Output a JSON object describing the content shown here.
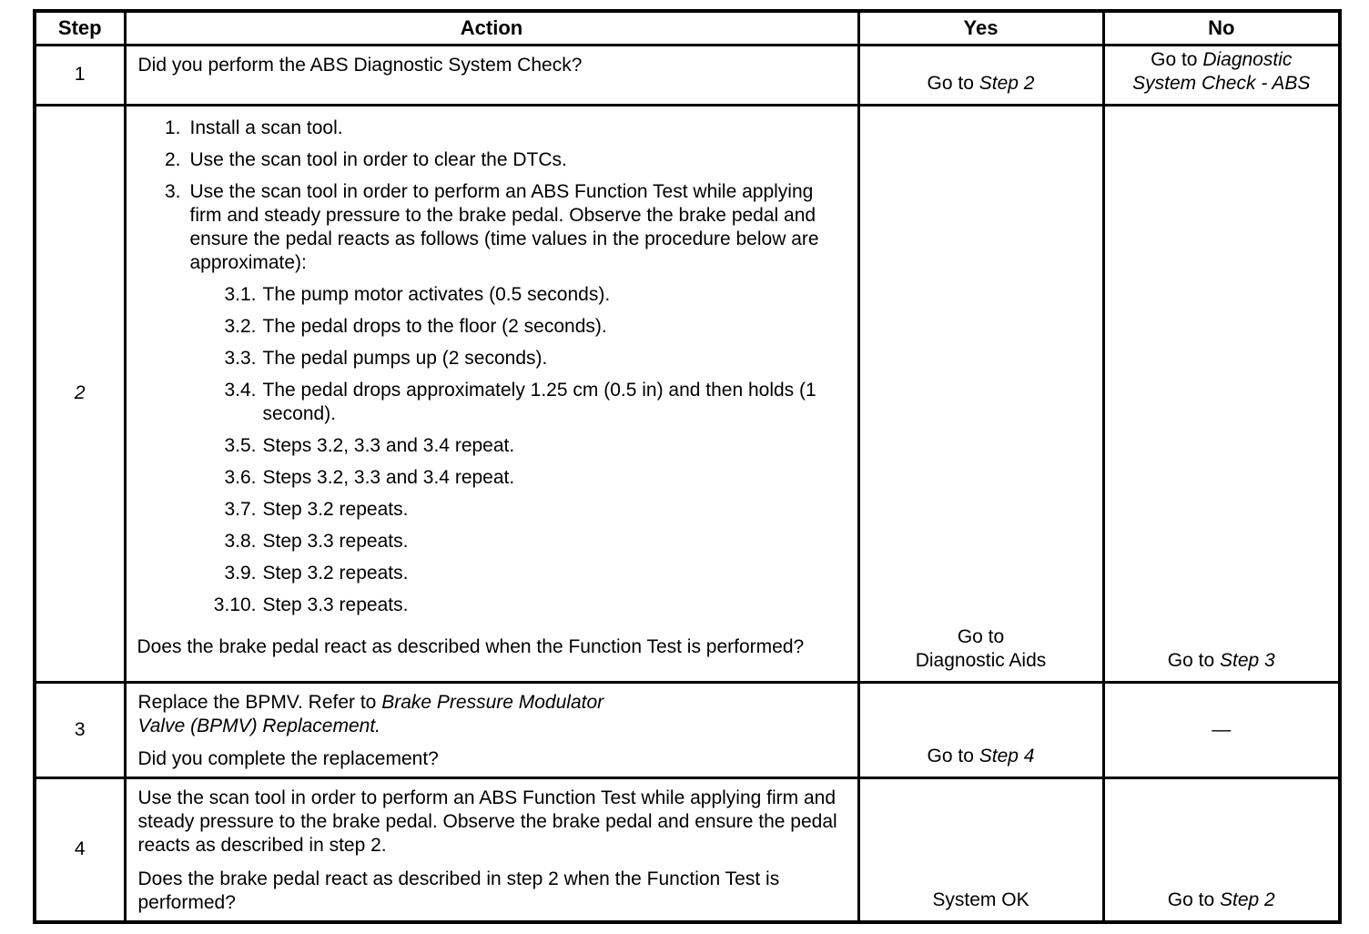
{
  "colors": {
    "ink": "#000000",
    "paper": "#ffffff"
  },
  "header": {
    "step": "Step",
    "action": "Action",
    "yes": "Yes",
    "no": "No"
  },
  "row1": {
    "step": "1",
    "question": "Did you perform the ABS Diagnostic System Check?",
    "yes_prefix": "Go to ",
    "yes_italic": "Step 2",
    "no_prefix": "Go to ",
    "no_italic_line1": "Diagnostic",
    "no_italic_line2": "System Check - ABS"
  },
  "row2": {
    "step": "2",
    "items": [
      {
        "num": "1.",
        "text": "Install a scan tool."
      },
      {
        "num": "2.",
        "text": "Use the scan tool in order to clear the DTCs."
      },
      {
        "num": "3.",
        "text": "Use the scan tool in order to perform an ABS Function Test while applying firm and steady pressure to the brake pedal. Observe the brake pedal and ensure the pedal reacts as follows (time values in the procedure below are approximate):"
      }
    ],
    "subitems": [
      {
        "num": "3.1.",
        "text": "The pump motor activates (0.5 seconds)."
      },
      {
        "num": "3.2.",
        "text": "The pedal drops to the floor (2 seconds)."
      },
      {
        "num": "3.3.",
        "text": "The pedal pumps up (2 seconds)."
      },
      {
        "num": "3.4.",
        "text": "The pedal drops approximately 1.25 cm (0.5 in) and then holds (1 second)."
      },
      {
        "num": "3.5.",
        "text": "Steps 3.2, 3.3 and 3.4 repeat."
      },
      {
        "num": "3.6.",
        "text": "Steps 3.2, 3.3 and 3.4 repeat."
      },
      {
        "num": "3.7.",
        "text": "Step 3.2 repeats."
      },
      {
        "num": "3.8.",
        "text": "Step 3.3 repeats."
      },
      {
        "num": "3.9.",
        "text": "Step 3.2 repeats."
      },
      {
        "num": "3.10.",
        "text": "Step 3.3 repeats."
      }
    ],
    "question": "Does the brake pedal react as described when the Function Test is performed?",
    "yes_line1": "Go to",
    "yes_line2": "Diagnostic Aids",
    "no_prefix": "Go to ",
    "no_italic": "Step 3"
  },
  "row3": {
    "step": "3",
    "action_normal": "Replace the BPMV. Refer to ",
    "action_italic_line1": "Brake Pressure Modulator",
    "action_italic_line2": "Valve (BPMV) Replacement.",
    "question": "Did you complete the replacement?",
    "yes_prefix": "Go to ",
    "yes_italic": "Step 4",
    "no_text": "—"
  },
  "row4": {
    "step": "4",
    "action": "Use the scan tool in order to perform an ABS Function Test while applying firm and steady pressure to the brake pedal. Observe the brake pedal and ensure the pedal reacts as described in step 2.",
    "question": "Does the brake pedal react as described in step 2 when the Function Test is performed?",
    "yes_text": "System OK",
    "no_prefix": "Go to ",
    "no_italic": "Step 2"
  }
}
